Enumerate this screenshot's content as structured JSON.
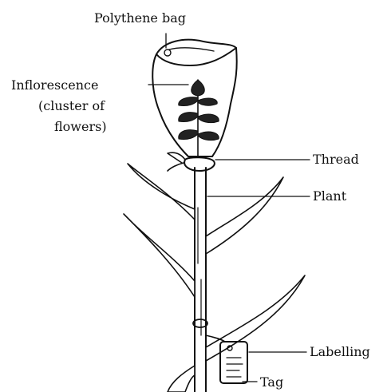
{
  "diagram": {
    "labels": {
      "polythene_bag": "Polythene bag",
      "inflorescence_line1": "Inflorescence",
      "inflorescence_line2": "(cluster of",
      "inflorescence_line3": "flowers)",
      "thread": "Thread",
      "plant": "Plant",
      "labelling": "Labelling",
      "tag": "Tag"
    }
  }
}
